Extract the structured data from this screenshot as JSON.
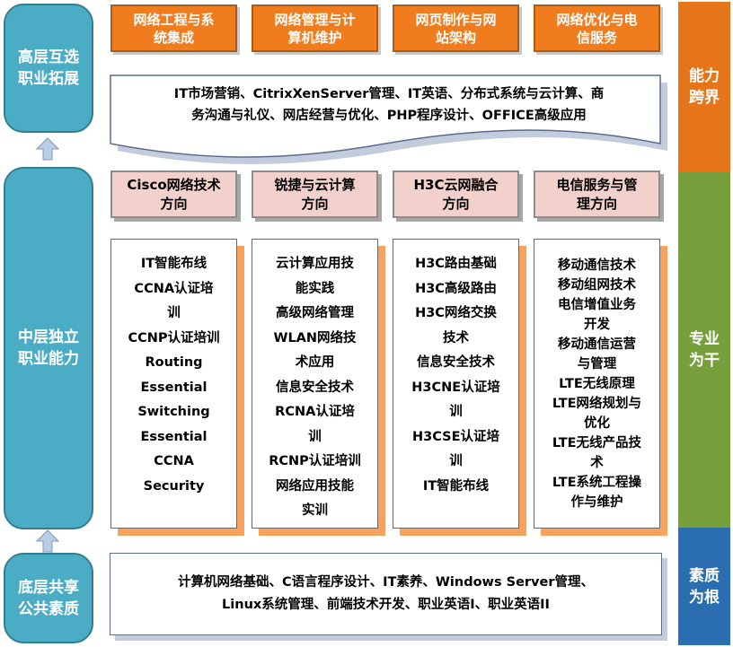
{
  "colors": {
    "level_blue": "#4bacc6",
    "band_orange": "#e67519",
    "band_green": "#77a03c",
    "band_blue": "#2a6db0",
    "box_orange": "#f07c1d",
    "box_pink": "#f2d0cb",
    "column_shadow": "#f7a25f"
  },
  "levels": {
    "top": "高层互选\n职业拓展",
    "middle": "中层独立\n职业能力",
    "bottom": "底层共享\n公共素质"
  },
  "bands": {
    "top": "能力\n跨界",
    "middle": "专业\n为干",
    "bottom": "素质\n为根"
  },
  "top_boxes": [
    "网络工程与系\n统集成",
    "网络管理与计\n算机维护",
    "网页制作与网\n站架构",
    "网络优化与电\n信服务"
  ],
  "expansion_text": "IT市场营销、CitrixXenServer管理、IT英语、分布式系统与云计算、商\n务沟通与礼仪、网店经营与优化、PHP程序设计、OFFICE高级应用",
  "directions": [
    "Cisco网络技术\n方向",
    "锐捷与云计算\n方向",
    "H3C云网融合\n方向",
    "电信服务与管\n理方向"
  ],
  "columns": [
    [
      "IT智能布线",
      "CCNA认证培\n训",
      "CCNP认证培训",
      "Routing",
      "Essential",
      "Switching",
      "Essential",
      "CCNA",
      "Security"
    ],
    [
      "云计算应用技\n能实践",
      "高级网络管理",
      "WLAN网络技\n术应用",
      "信息安全技术",
      "RCNA认证培\n训",
      "RCNP认证培训",
      "网络应用技能\n实训"
    ],
    [
      "H3C路由基础",
      "H3C高级路由",
      "H3C网络交换\n技术",
      "信息安全技术",
      "H3CNE认证培\n训",
      "H3CSE认证培\n训",
      "IT智能布线"
    ],
    [
      "移动通信技术",
      "移动组网技术",
      "电信增值业务\n开发",
      "移动通信运营\n与管理",
      "LTE无线原理",
      "LTE网络规划与\n优化",
      "LTE无线产品技\n术",
      "LTE系统工程操\n作与维护"
    ]
  ],
  "foundation_text": "计算机网络基础、C语言程序设计、IT素养、Windows Server管理、\nLinux系统管理、前端技术开发、职业英语I、职业英语II"
}
